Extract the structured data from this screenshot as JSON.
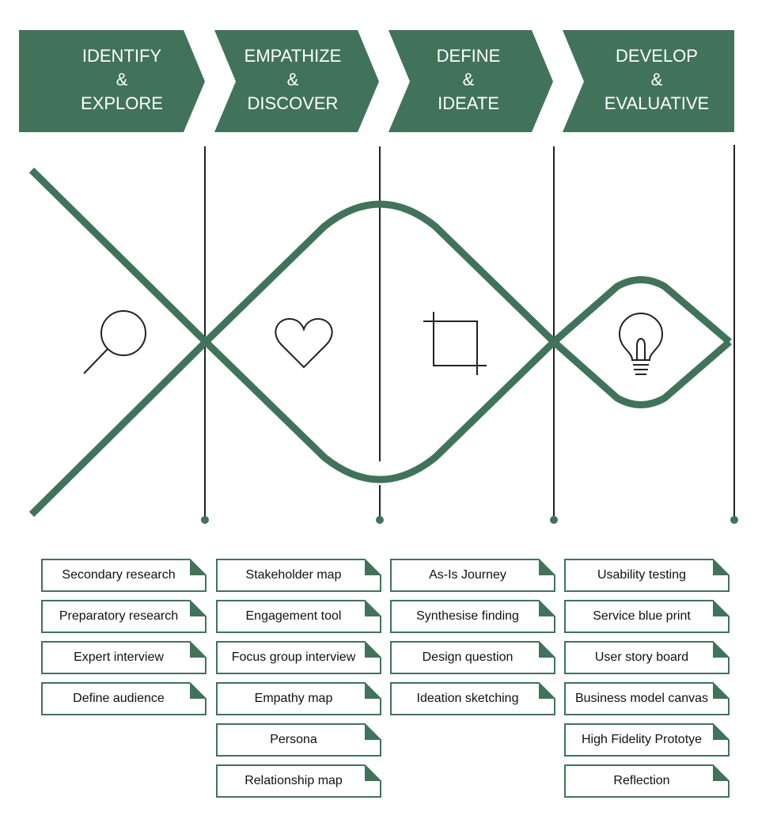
{
  "phases": [
    {
      "lines": [
        "IDENTIFY",
        "&",
        "EXPLORE"
      ],
      "icon": "magnifier-icon"
    },
    {
      "lines": [
        "EMPATHIZE",
        "&",
        "DISCOVER"
      ],
      "icon": "heart-icon"
    },
    {
      "lines": [
        "DEFINE",
        "&",
        "IDEATE"
      ],
      "icon": "crop-icon"
    },
    {
      "lines": [
        "DEVELOP",
        "&",
        "EVALUATIVE"
      ],
      "icon": "lightbulb-icon"
    }
  ],
  "columns": [
    [
      "Secondary research",
      "Preparatory research",
      "Expert interview",
      "Define audience"
    ],
    [
      "Stakeholder map",
      "Engagement tool",
      "Focus group interview",
      "Empathy map",
      "Persona",
      "Relationship map"
    ],
    [
      "As-Is Journey",
      "Synthesise finding",
      "Design question",
      "Ideation sketching"
    ],
    [
      "Usability testing",
      "Service blue print",
      "User story board",
      "Business model canvas",
      "High Fidelity Prototye",
      "Reflection"
    ]
  ],
  "colors": {
    "primary": "#41735a",
    "line": "#222222",
    "card_border": "#41735a",
    "card_fold": "#41735a"
  }
}
